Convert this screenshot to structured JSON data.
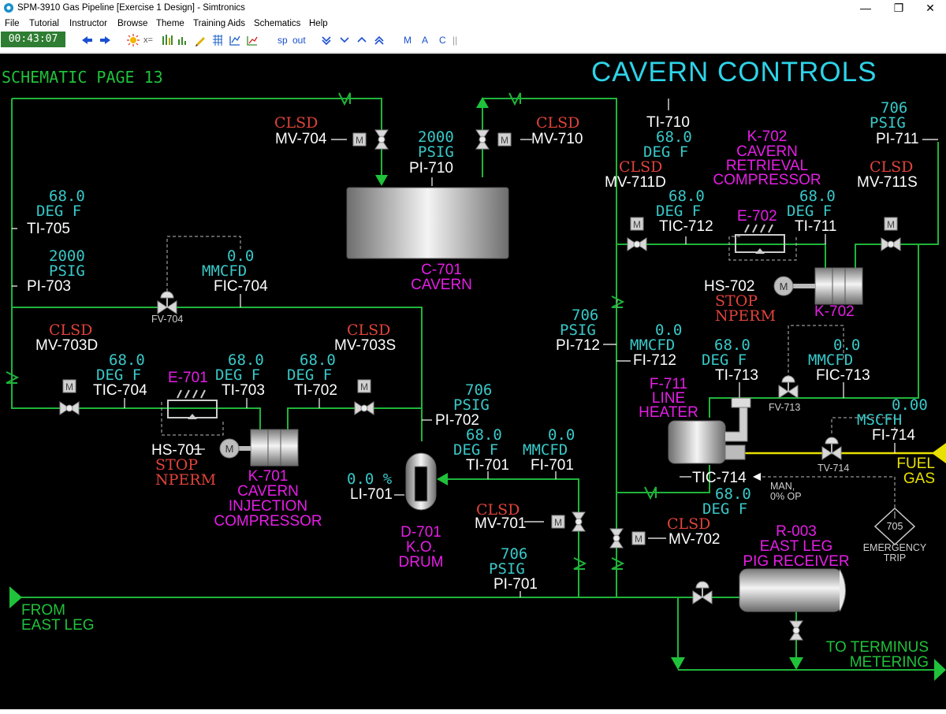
{
  "window": {
    "title": "SPM-3910 Gas Pipeline [Exercise 1 Design] - Simtronics",
    "minimize": "—",
    "maximize": "❐",
    "close": "✕"
  },
  "menu": [
    "File",
    "Tutorial",
    "Instructor",
    "Browse",
    "Theme",
    "Training Aids",
    "Schematics",
    "Help"
  ],
  "toolbar": {
    "clock": "00:43:07",
    "sp": "sp",
    "out": "out",
    "mode_m": "M",
    "mode_a": "A",
    "mode_c": "C"
  },
  "page": {
    "label": "SCHEMATIC PAGE 13",
    "title": "CAVERN CONTROLS"
  },
  "labels": {
    "mv704_state": "CLSD",
    "mv704": "MV-704",
    "mv710_state": "CLSD",
    "mv710": "MV-710",
    "pi710_val": "2000",
    "pi710_unit": "PSIG",
    "pi710": "PI-710",
    "c701": "C-701",
    "c701_name": "CAVERN",
    "ti710": "TI-710",
    "ti710_val": "68.0",
    "ti710_unit": "DEG F",
    "ti705_val": "68.0",
    "ti705_unit": "DEG F",
    "ti705": "TI-705",
    "pi703_val": "2000",
    "pi703_unit": "PSIG",
    "pi703": "PI-703",
    "fic704_val": "0.0",
    "fic704_unit": "MMCFD",
    "fic704": "FIC-704",
    "fv704": "FV-704",
    "mv703d_state": "CLSD",
    "mv703d": "MV-703D",
    "mv703s_state": "CLSD",
    "mv703s": "MV-703S",
    "tic704_val": "68.0",
    "tic704_unit": "DEG F",
    "tic704": "TIC-704",
    "e701": "E-701",
    "ti703_val": "68.0",
    "ti703_unit": "DEG F",
    "ti703": "TI-703",
    "ti702_val": "68.0",
    "ti702_unit": "DEG F",
    "ti702": "TI-702",
    "hs701": "HS-701",
    "hs701_stop": "STOP",
    "hs701_perm": "NPERM",
    "k701": "K-701",
    "k701_l1": "CAVERN",
    "k701_l2": "INJECTION",
    "k701_l3": "COMPRESSOR",
    "pi702_val": "706",
    "pi702_unit": "PSIG",
    "pi702": "PI-702",
    "ti701_val": "68.0",
    "ti701_unit": "DEG F",
    "ti701": "TI-701",
    "fi701_val": "0.0",
    "fi701_unit": "MMCFD",
    "fi701": "FI-701",
    "li701_val": "0.0 %",
    "li701": "LI-701",
    "d701": "D-701",
    "d701_l1": "K.O.",
    "d701_l2": "DRUM",
    "mv701_state": "CLSD",
    "mv701": "MV-701",
    "pi701_val": "706",
    "pi701_unit": "PSIG",
    "pi701": "PI-701",
    "from_l1": "FROM",
    "from_l2": "EAST LEG",
    "k702_title": "K-702",
    "k702_l1": "CAVERN",
    "k702_l2": "RETRIEVAL",
    "k702_l3": "COMPRESSOR",
    "pi711_val": "706",
    "pi711_unit": "PSIG",
    "pi711": "PI-711",
    "mv711d_state": "CLSD",
    "mv711d": "MV-711D",
    "mv711s_state": "CLSD",
    "mv711s": "MV-711S",
    "tic712_val": "68.0",
    "tic712_unit": "DEG F",
    "tic712": "TIC-712",
    "e702": "E-702",
    "ti711_val": "68.0",
    "ti711_unit": "DEG F",
    "ti711": "TI-711",
    "hs702": "HS-702",
    "hs702_stop": "STOP",
    "hs702_perm": "NPERM",
    "k702": "K-702",
    "pi712_val": "706",
    "pi712_unit": "PSIG",
    "pi712": "PI-712",
    "fi712_val": "0.0",
    "fi712_unit": "MMCFD",
    "fi712": "FI-712",
    "ti713_val": "68.0",
    "ti713_unit": "DEG F",
    "ti713": "TI-713",
    "fic713_val": "0.0",
    "fic713_unit": "MMCFD",
    "fic713": "FIC-713",
    "f711": "F-711",
    "f711_l1": "LINE",
    "f711_l2": "HEATER",
    "fv713": "FV-713",
    "fi714_val": "0.00",
    "fi714_unit": "MSCFH",
    "fi714": "FI-714",
    "tv714": "TV-714",
    "fuel_l1": "FUEL",
    "fuel_l2": "GAS",
    "tic714": "TIC-714",
    "tic714_mode": "MAN,",
    "tic714_op": "0% OP",
    "tic714_val": "68.0",
    "tic714_unit": "DEG F",
    "trip_num": "705",
    "trip_l1": "EMERGENCY",
    "trip_l2": "TRIP",
    "mv702_state": "CLSD",
    "mv702": "MV-702",
    "r003": "R-003",
    "r003_l1": "EAST LEG",
    "r003_l2": "PIG RECEIVER",
    "to_l1": "TO TERMINUS",
    "to_l2": "METERING",
    "motor": "M"
  }
}
